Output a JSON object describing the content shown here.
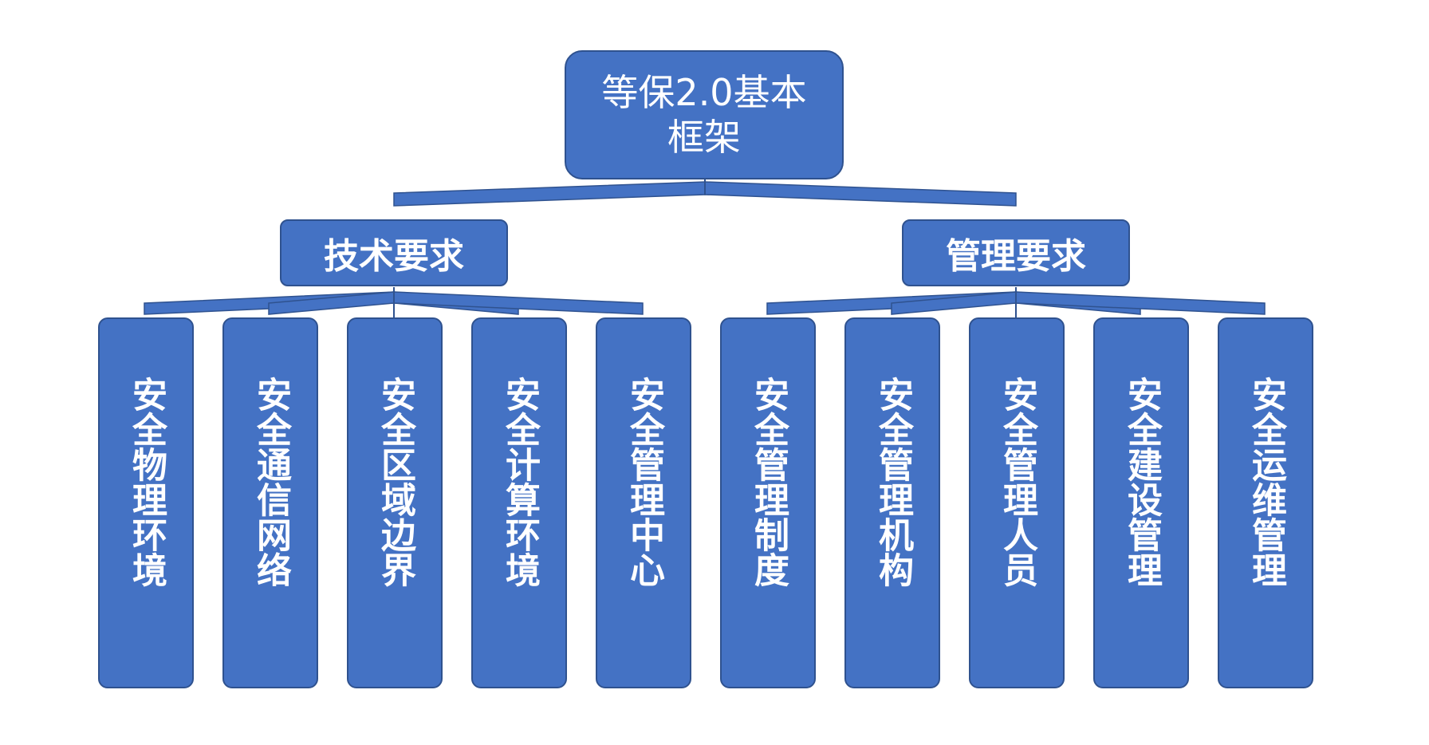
{
  "root": {
    "title": "等保2.0基本框架"
  },
  "branches": [
    {
      "label": "技术要求",
      "children": [
        "安全物理环境",
        "安全通信网络",
        "安全区域边界",
        "安全计算环境",
        "安全管理中心"
      ]
    },
    {
      "label": "管理要求",
      "children": [
        "安全管理制度",
        "安全管理机构",
        "安全管理人员",
        "安全建设管理",
        "安全运维管理"
      ]
    }
  ],
  "colors": {
    "node_fill": "#4472C4",
    "node_border": "#2F528F",
    "text": "#FFFFFF"
  }
}
